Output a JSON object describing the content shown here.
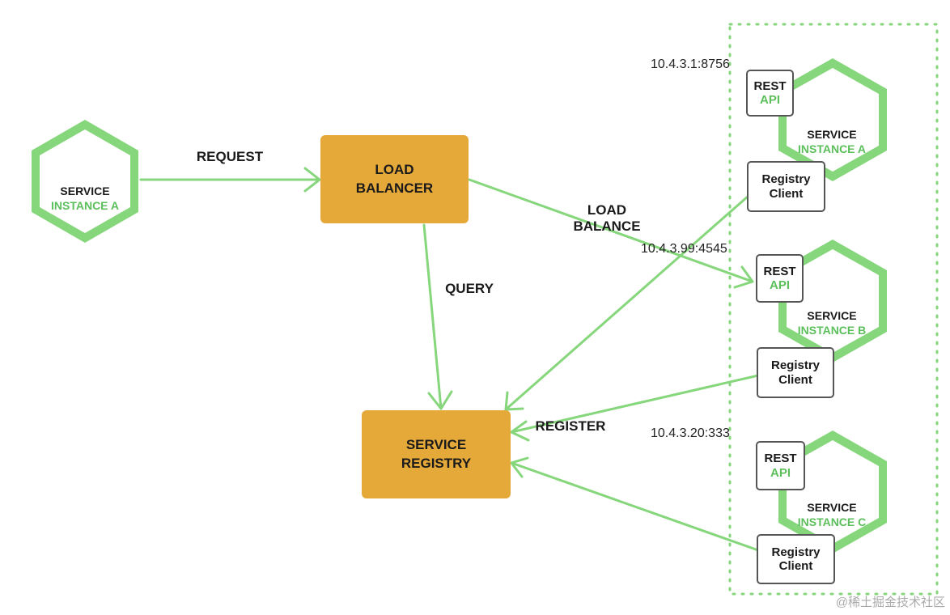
{
  "client": {
    "line1": "SERVICE",
    "line2": "INSTANCE A"
  },
  "load_balancer": {
    "line1": "LOAD",
    "line2": "BALANCER"
  },
  "service_registry": {
    "line1": "SERVICE",
    "line2": "REGISTRY"
  },
  "edges": {
    "request": "REQUEST",
    "query": "QUERY",
    "load_balance_1": "LOAD",
    "load_balance_2": "BALANCE",
    "register": "REGISTER"
  },
  "instances": [
    {
      "ip": "10.4.3.1:8756",
      "line1": "SERVICE",
      "line2": "INSTANCE A",
      "rest": "REST",
      "api": "API",
      "rc1": "Registry",
      "rc2": "Client"
    },
    {
      "ip": "10.4.3.99:4545",
      "line1": "SERVICE",
      "line2": "INSTANCE B",
      "rest": "REST",
      "api": "API",
      "rc1": "Registry",
      "rc2": "Client"
    },
    {
      "ip": "10.4.3.20:333",
      "line1": "SERVICE",
      "line2": "INSTANCE C",
      "rest": "REST",
      "api": "API",
      "rc1": "Registry",
      "rc2": "Client"
    }
  ],
  "watermark": "@稀土掘金技术社区",
  "colors": {
    "green": "#86d67c",
    "green_text": "#5cbf5c",
    "orange": "#e5a93a"
  }
}
